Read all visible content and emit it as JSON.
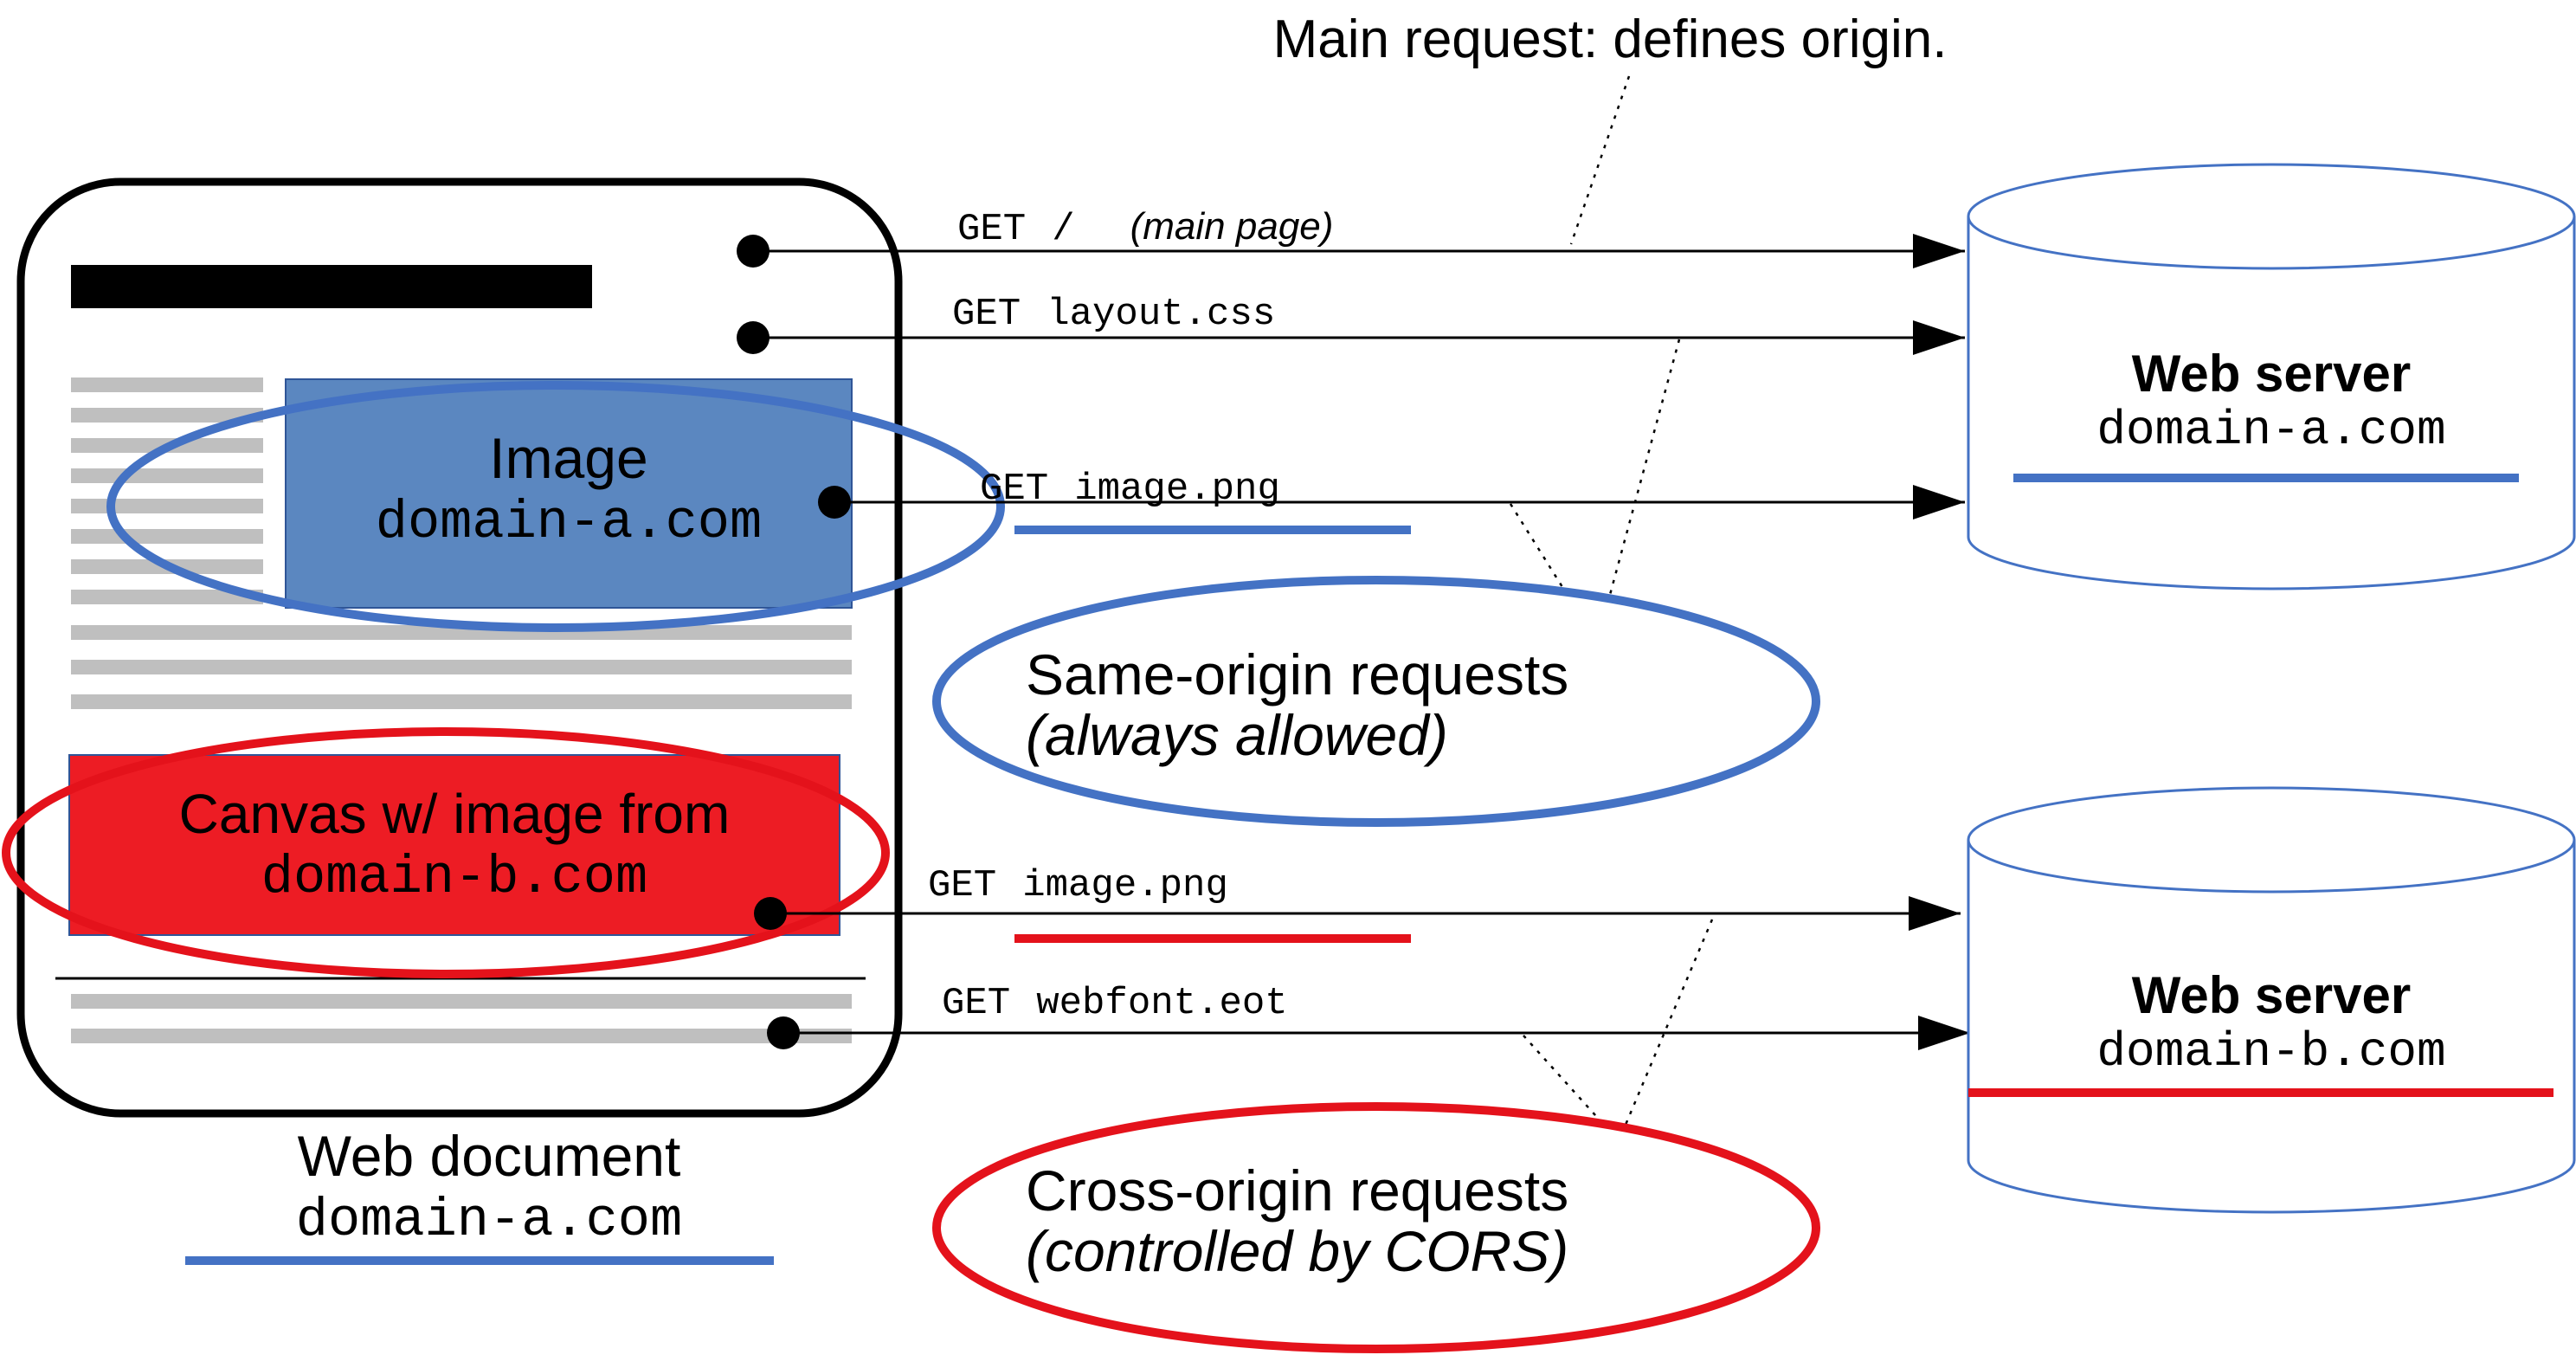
{
  "title": "Main request: defines origin.",
  "colors": {
    "blue": "#4472c4",
    "image_fill": "#5b87c0",
    "red": "#e4121b",
    "canvas_fill": "#ed1c24",
    "gray_lines": "#bfbfbf",
    "black": "#000000"
  },
  "document": {
    "label": "Web document",
    "domain": "domain-a.com",
    "image_label": "Image",
    "image_domain": "domain-a.com",
    "canvas_label": "Canvas w/ image from",
    "canvas_domain": "domain-b.com"
  },
  "requests": [
    {
      "method": "GET",
      "path": "/",
      "note": "(main page)"
    },
    {
      "method": "GET",
      "path": "layout.css",
      "note": ""
    },
    {
      "method": "GET",
      "path": "image.png",
      "note": ""
    },
    {
      "method": "GET",
      "path": "image.png",
      "note": ""
    },
    {
      "method": "GET",
      "path": "webfont.eot",
      "note": ""
    }
  ],
  "servers": [
    {
      "label": "Web server",
      "domain": "domain-a.com"
    },
    {
      "label": "Web server",
      "domain": "domain-b.com"
    }
  ],
  "groups": {
    "same_origin": {
      "line1": "Same-origin requests",
      "line2": "(always allowed)"
    },
    "cross_origin": {
      "line1": "Cross-origin requests",
      "line2": "(controlled by CORS)"
    }
  }
}
